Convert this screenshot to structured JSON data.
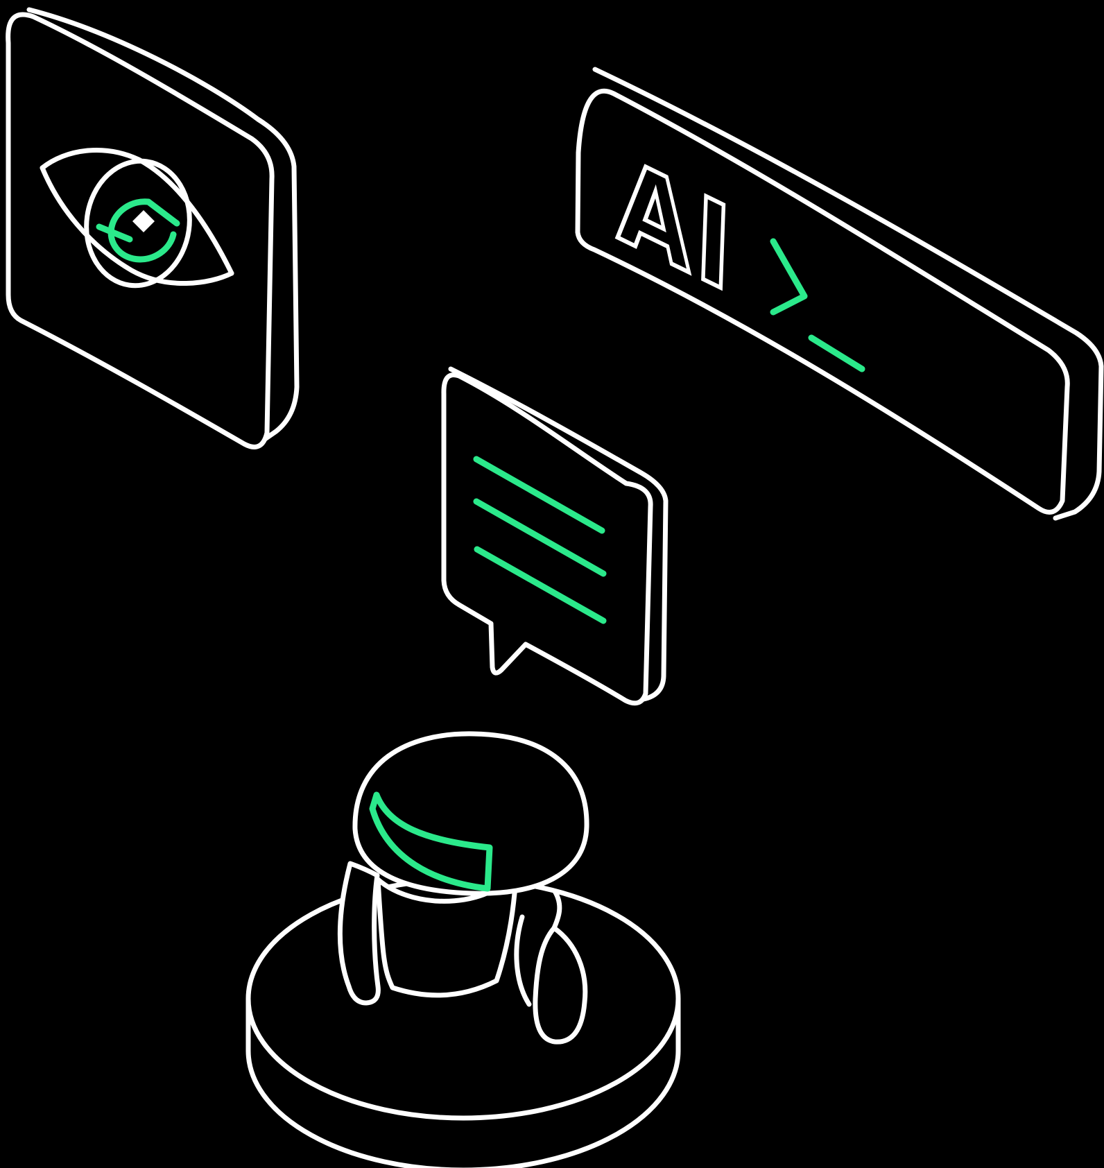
{
  "colors": {
    "background": "#000000",
    "line": "#ffffff",
    "accent": "#2be98b"
  },
  "illustrations": {
    "eye_card": {
      "name": "vision card",
      "description": "isometric rounded card with outlined eye, green scanning pupil and white highlight diamond"
    },
    "ai_terminal_panel": {
      "label": "AI",
      "description": "isometric panel with outlined AI letters and green terminal prompt",
      "prompt_chevron": "greater-than chevron",
      "prompt_cursor": "underscore dash"
    },
    "chat_bubble": {
      "description": "isometric speech bubble with three green text lines",
      "text_line_count": 3
    },
    "robot": {
      "description": "round-headed robot with green visor standing on a circular platform"
    }
  }
}
